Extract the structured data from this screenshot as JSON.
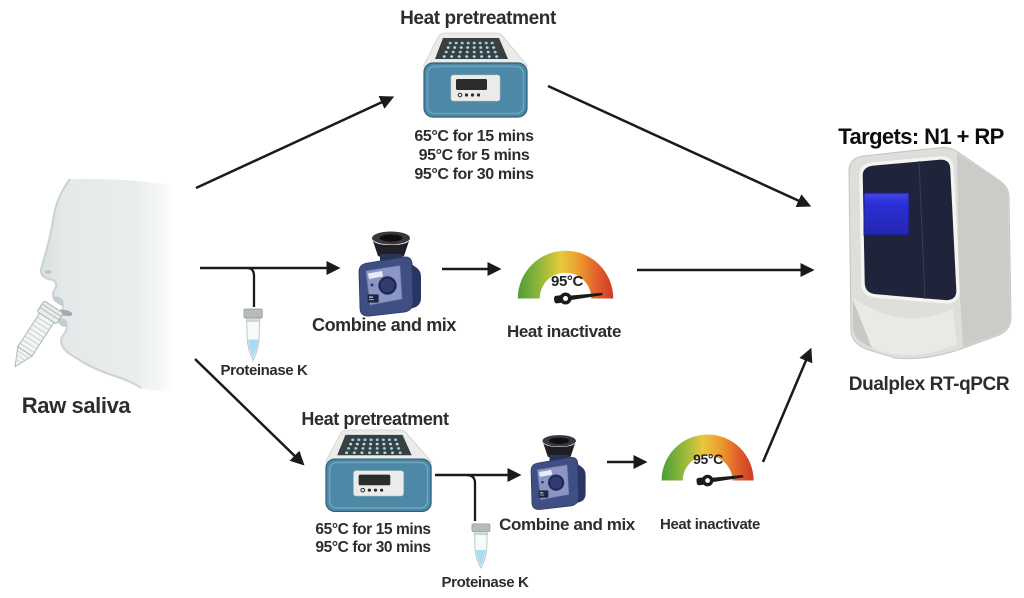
{
  "labels": {
    "raw_saliva": "Raw saliva",
    "targets_title": "Targets: N1 + RP",
    "dualplex": "Dualplex RT-qPCR"
  },
  "top_branch": {
    "title": "Heat pretreatment",
    "temps": [
      "65°C for 15 mins",
      "95°C for 5 mins",
      "95°C for 30 mins"
    ]
  },
  "middle_branch": {
    "proteinase": "Proteinase K",
    "combine": "Combine and mix",
    "inactivate": "Heat inactivate",
    "gauge_temp": "95°C"
  },
  "bottom_branch": {
    "title": "Heat pretreatment",
    "temps": [
      "65°C for 15 mins",
      "95°C for 30 mins"
    ],
    "proteinase": "Proteinase K",
    "combine": "Combine and mix",
    "inactivate": "Heat inactivate",
    "gauge_temp": "95°C"
  },
  "icons": {
    "face": "face-profile-icon",
    "falcon": "saliva-collection-tube-icon",
    "heat_block": "heat-block-icon",
    "vortex": "vortex-mixer-icon",
    "gauge": "temperature-gauge-icon",
    "eppi": "microcentrifuge-tube-icon",
    "qpcr": "qpcr-machine-icon"
  },
  "colors": {
    "arrow": "#1a1a1a",
    "heat_block": "#4d88a7",
    "vortex_body": "#3f4f84",
    "vortex_panel": "#8c96c4",
    "gauge_green": "#4f9c38",
    "gauge_yellow": "#e7c93c",
    "gauge_red": "#d03a28",
    "pcr_panel": "#20243a",
    "pcr_screen": "#2b2fd6",
    "liquid": "#a9dcf2",
    "face": "#e6eaea"
  }
}
